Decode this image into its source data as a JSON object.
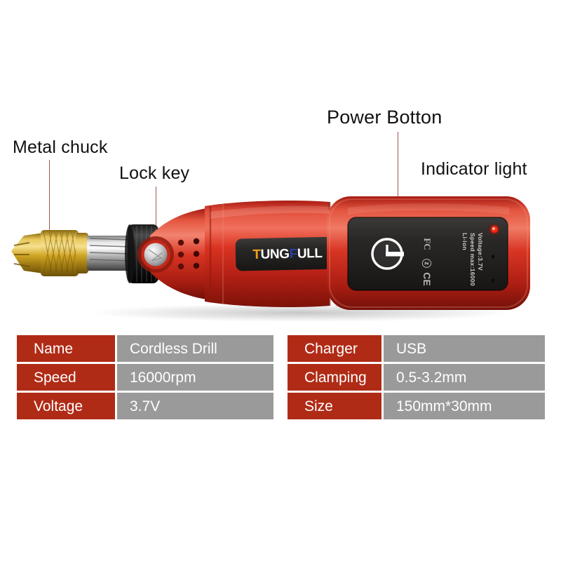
{
  "product": {
    "brand_logo": {
      "part_1": "T",
      "part_2": "UNG",
      "part_3": "F",
      "part_4": "ULL"
    },
    "battery_plate": {
      "vertical_specs": [
        "Voltage:3.7V",
        "Speed max:16000",
        "Li-ion"
      ],
      "certifications": [
        "FC",
        "ⓩ",
        "CE"
      ]
    }
  },
  "callouts": [
    {
      "id": "metal-chuck",
      "label": "Metal chuck"
    },
    {
      "id": "lock-key",
      "label": "Lock key"
    },
    {
      "id": "power-button",
      "label": "Power Botton"
    },
    {
      "id": "indicator-light",
      "label": "Indicator light"
    }
  ],
  "spec_tables": {
    "left": {
      "rows": [
        {
          "key": "Name",
          "value": "Cordless Drill"
        },
        {
          "key": "Speed",
          "value": "16000rpm"
        },
        {
          "key": "Voltage",
          "value": "3.7V"
        }
      ]
    },
    "right": {
      "rows": [
        {
          "key": "Charger",
          "value": "USB"
        },
        {
          "key": "Clamping",
          "value": "0.5-3.2mm"
        },
        {
          "key": "Size",
          "value": "150mm*30mm"
        }
      ]
    }
  },
  "colors": {
    "table_key_bg": "#b02b16",
    "table_value_bg": "#9a9a9a",
    "table_text": "#ffffff",
    "body_red": "#d32b1e",
    "leader_line": "#9c5a54",
    "label_text": "#111111",
    "indicator_led": "#ff2a10",
    "chuck_brass": "#c9a227"
  }
}
